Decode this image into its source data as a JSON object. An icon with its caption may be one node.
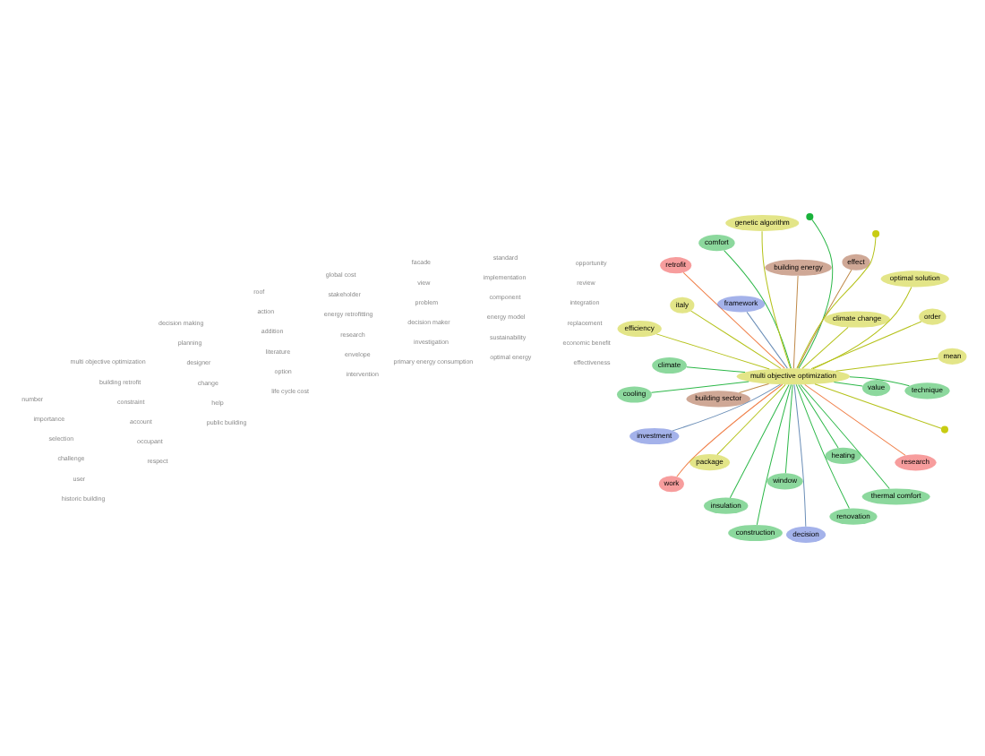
{
  "diagram": {
    "nodes": [
      {
        "text": [
          "multi objective optimization"
        ]
      },
      {
        "text": [
          "technique"
        ]
      },
      {
        "text": [
          "construction"
        ]
      },
      {
        "text": [
          "comfort"
        ]
      },
      {
        "text": [
          "value"
        ]
      },
      {
        "text": [
          "climate"
        ]
      },
      {
        "text": [
          "work"
        ]
      },
      {
        "text": [
          "research"
        ]
      },
      {
        "text": [
          "insulation"
        ]
      },
      {
        "text": [
          "renovation"
        ]
      },
      {
        "text": [
          "window"
        ]
      },
      {
        "text": [
          "cooling"
        ]
      },
      {
        "text": [
          "mean"
        ]
      },
      {
        "text": [
          "order"
        ]
      },
      {
        "text": [],
        "shape": "circle"
      },
      {
        "text": [
          "heating"
        ]
      },
      {
        "text": [
          "thermal comfort"
        ]
      },
      {
        "text": [
          "retrofit"
        ]
      },
      {
        "text": [
          "efficiency"
        ]
      },
      {
        "text": [
          "italy"
        ]
      },
      {
        "text": [
          "building sector"
        ]
      },
      {
        "text": [
          "investment"
        ]
      },
      {
        "text": [
          "effect"
        ]
      },
      {
        "text": [],
        "shape": "circle"
      },
      {
        "text": [
          "genetic algorithm"
        ]
      },
      {
        "text": [
          "decision"
        ]
      },
      {
        "text": [
          "optimal solution"
        ]
      },
      {
        "text": [
          "framework"
        ]
      },
      {
        "text": [
          "package"
        ]
      },
      {
        "text": [],
        "shape": "circle"
      },
      {
        "text": [
          "building energy"
        ]
      },
      {
        "text": [
          "climate change"
        ]
      }
    ],
    "edges": [
      {
        "from": 0,
        "to": 1,
        "arrow": "none",
        "color": "#2eb84a"
      },
      {
        "from": 0,
        "to": 2,
        "arrow": "none",
        "color": "#2eb84a"
      },
      {
        "from": 0,
        "to": 3,
        "arrow": "none",
        "color": "#2eb84a"
      },
      {
        "from": 0,
        "to": 4,
        "arrow": "none",
        "color": "#2eb84a"
      },
      {
        "from": 0,
        "to": 5,
        "arrow": "none",
        "color": "#2eb84a"
      },
      {
        "from": 0,
        "to": 6,
        "arrow": "none",
        "color": "#f0804a"
      },
      {
        "from": 0,
        "to": 7,
        "arrow": "none",
        "color": "#f0804a"
      },
      {
        "from": 0,
        "to": 8,
        "arrow": "none",
        "color": "#2eb84a"
      },
      {
        "from": 0,
        "to": 9,
        "arrow": "none",
        "color": "#2eb84a"
      },
      {
        "from": 0,
        "to": 10,
        "arrow": "none",
        "color": "#2eb84a"
      },
      {
        "from": 0,
        "to": 11,
        "arrow": "none",
        "color": "#2eb84a"
      },
      {
        "from": 0,
        "to": 12,
        "arrow": "none",
        "color": "#b5c21a"
      },
      {
        "from": 0,
        "to": 13,
        "arrow": "none",
        "color": "#b5c21a"
      },
      {
        "from": 0,
        "to": 14,
        "arrow": "none",
        "color": "#2eb84a"
      },
      {
        "from": 0,
        "to": 15,
        "arrow": "none",
        "color": "#2eb84a"
      },
      {
        "from": 0,
        "to": 16,
        "arrow": "none",
        "color": "#2eb84a"
      },
      {
        "from": 0,
        "to": 17,
        "arrow": "none",
        "color": "#f0804a"
      },
      {
        "from": 0,
        "to": 18,
        "arrow": "none",
        "color": "#b5c21a"
      },
      {
        "from": 0,
        "to": 19,
        "arrow": "none",
        "color": "#b5c21a"
      },
      {
        "from": 0,
        "to": 20,
        "arrow": "none",
        "color": "#c08a4a"
      },
      {
        "from": 0,
        "to": 21,
        "arrow": "none",
        "color": "#6c8fb8"
      },
      {
        "from": 0,
        "to": 22,
        "arrow": "none",
        "color": "#c08a4a"
      },
      {
        "from": 0,
        "to": 23,
        "arrow": "none",
        "color": "#b5c21a"
      },
      {
        "from": 0,
        "to": 24,
        "arrow": "none",
        "color": "#b5c21a"
      },
      {
        "from": 0,
        "to": 25,
        "arrow": "none",
        "color": "#6c8fb8"
      },
      {
        "from": 0,
        "to": 26,
        "arrow": "none",
        "color": "#b5c21a"
      },
      {
        "from": 0,
        "to": 27,
        "arrow": "none",
        "color": "#6c8fb8"
      },
      {
        "from": 0,
        "to": 28,
        "arrow": "none",
        "color": "#b5c21a"
      },
      {
        "from": 0,
        "to": 29,
        "arrow": "none",
        "color": "#b5c21a"
      },
      {
        "from": 0,
        "to": 30,
        "arrow": "none",
        "color": "#c08a4a"
      },
      {
        "from": 0,
        "to": 31,
        "arrow": "none",
        "color": "#b5c21a"
      }
    ],
    "labels": [
      "historic building",
      "respect",
      "public building",
      "roof",
      "intervention",
      "facade",
      "standard",
      "opportunity",
      "user",
      "occupant",
      "help",
      "action",
      "envelope",
      "view",
      "implementation",
      "review",
      "challenge",
      "account",
      "change",
      "addition",
      "research",
      "problem",
      "component",
      "integration",
      "selection",
      "constraint",
      "designer",
      "literature",
      "energy retrofitting",
      "decision maker",
      "energy model",
      "replacement",
      "importance",
      "building retrofit",
      "planning",
      "option",
      "stakeholder",
      "investigation",
      "sustainability",
      "economic benefit",
      "number",
      "multi objective optimization",
      "decision making",
      "life cycle cost",
      "global cost",
      "primary energy consumption",
      "optimal energy",
      "effectiveness"
    ]
  }
}
